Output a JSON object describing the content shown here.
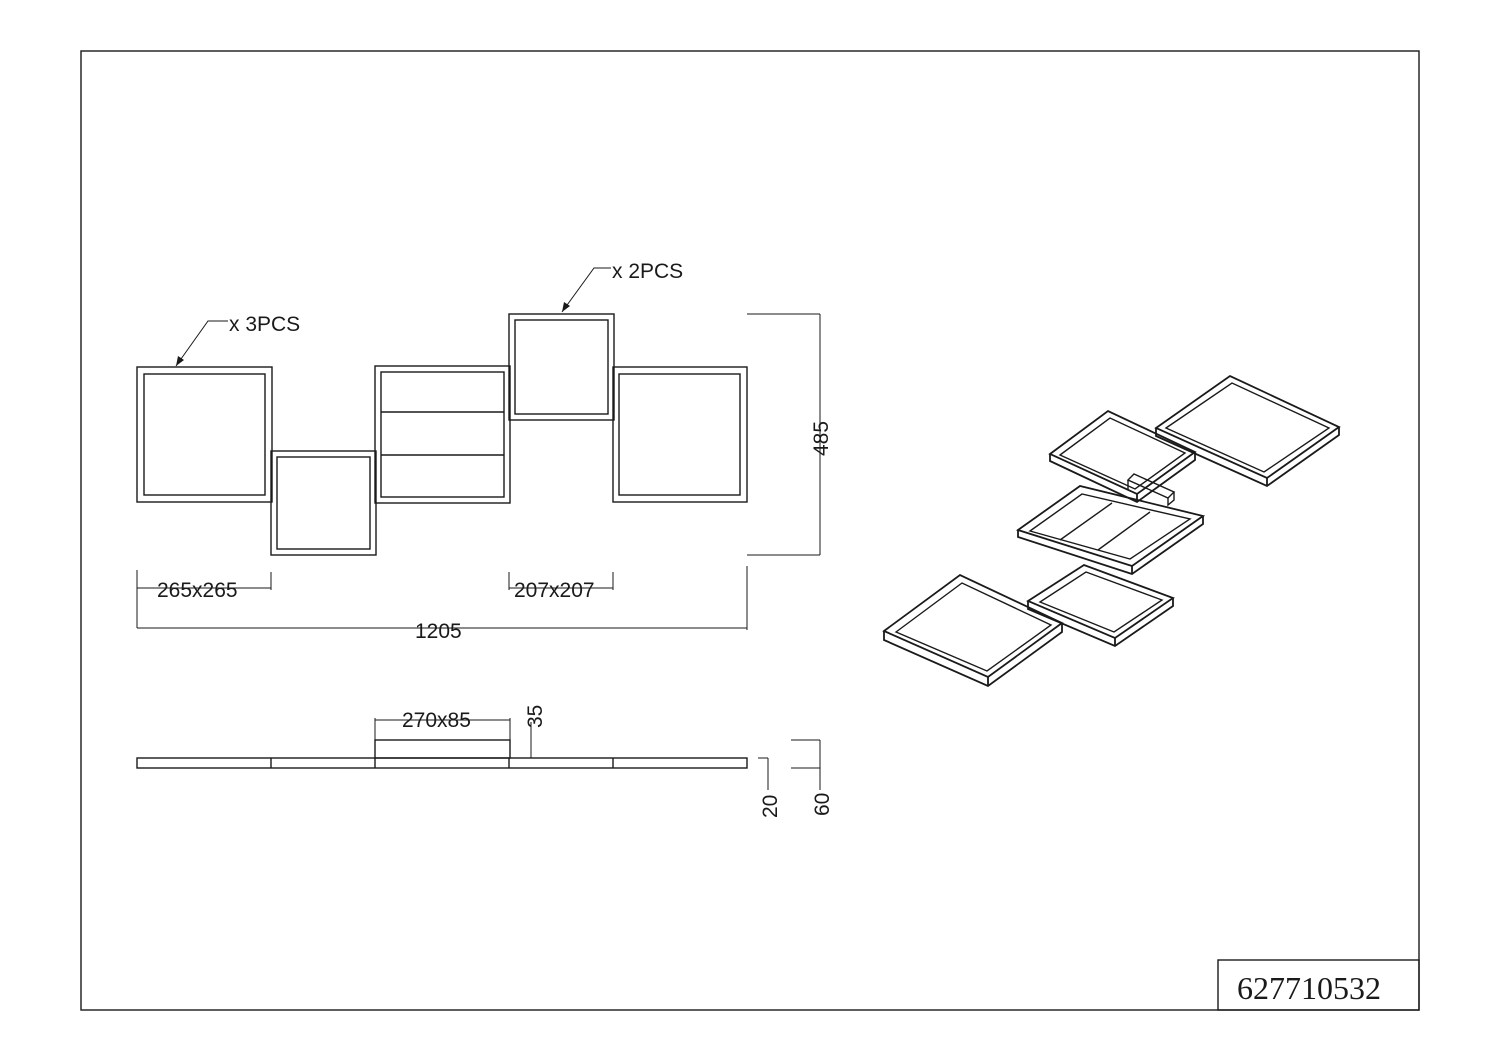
{
  "drawing": {
    "callouts": {
      "large_panel_qty": "x 3PCS",
      "small_panel_qty": "x 2PCS"
    },
    "dimensions": {
      "large_panel_size": "265x265",
      "small_panel_size": "207x207",
      "overall_width": "1205",
      "overall_height": "485",
      "canopy_size": "270x85",
      "canopy_offset": "35",
      "panel_thickness": "20",
      "total_height": "60"
    },
    "product_code": "627710532"
  }
}
